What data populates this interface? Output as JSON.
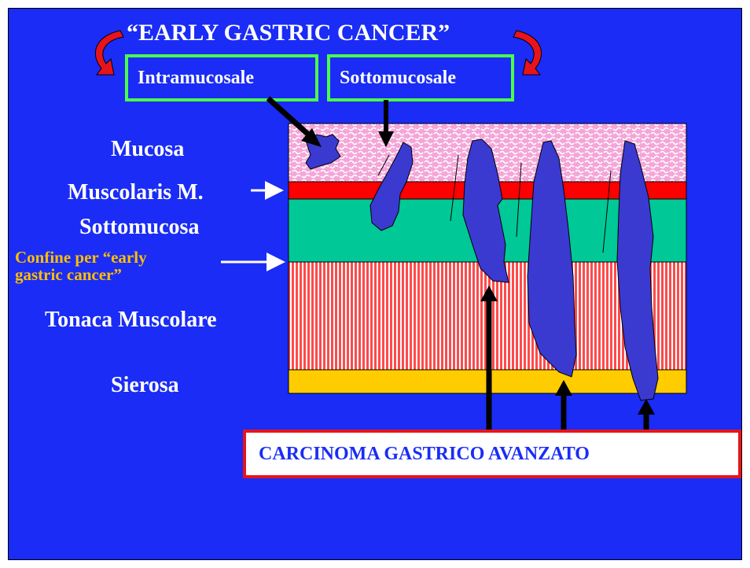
{
  "title": "“EARLY GASTRIC CANCER”",
  "boxes": {
    "intramucosale": "Intramucosale",
    "sottomucosale": "Sottomucosale"
  },
  "layers": {
    "mucosa": "Mucosa",
    "muscolaris": "Muscolaris M.",
    "sottomucosa": "Sottomucosa",
    "confine_line1": "Confine per “early",
    "confine_line2": "gastric cancer”",
    "tonaca": "Tonaca Muscolare",
    "sierosa": "Sierosa"
  },
  "advanced_label": "CARCINOMA GASTRICO AVANZATO",
  "colors": {
    "background": "#1a2cf5",
    "mucosa": "#f4a6d8",
    "muscolaris": "#ff0000",
    "sottomucosa": "#00c896",
    "tonaca": "#ff4a4a",
    "sierosa": "#ffcc00",
    "tumor": "#3a3ad0",
    "green_box": "#4cff4c",
    "confine_text": "#ffbf00"
  }
}
